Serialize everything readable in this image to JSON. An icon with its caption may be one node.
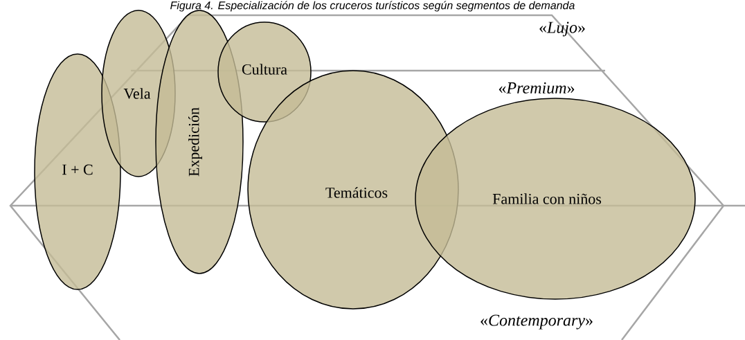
{
  "diagram": {
    "title": "Figura 4. Especialización de los cruceros turísticos según segmentos de demanda",
    "nodes": [
      {
        "text": [
          "I + C"
        ]
      },
      {
        "text": [
          "Vela"
        ]
      },
      {
        "text": [
          "Expedición"
        ]
      },
      {
        "text": [
          "Cultura"
        ]
      },
      {
        "text": [
          "Temáticos"
        ]
      },
      {
        "text": [
          "Familia con niños"
        ]
      }
    ],
    "labels": [
      "«*Lujo*»",
      "«*Premium*»",
      "«*Contemporary*»"
    ]
  }
}
